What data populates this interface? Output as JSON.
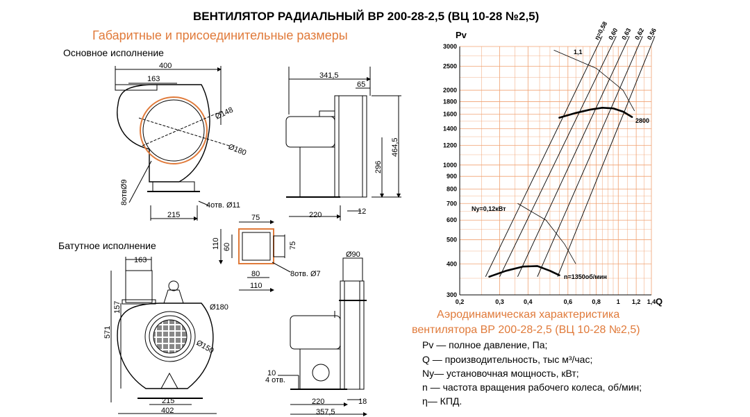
{
  "title": "ВЕНТИЛЯТОР РАДИАЛЬНЫЙ ВР 200-28-2,5 (ВЦ 10-28 №2,5)",
  "subtitle": "Габаритные и присоединительные размеры",
  "base_label": "Основное исполнение",
  "trampoline_label": "Батутное исполнение",
  "dims_base_front": {
    "d400": "400",
    "d163": "163",
    "d148": "Ø148",
    "d180": "Ø180",
    "holes9": "8отвØ9",
    "d215": "215",
    "holes11": "4отв. Ø11"
  },
  "dims_base_side": {
    "d341": "341,5",
    "d65": "65",
    "d464": "464,5",
    "d296": "296",
    "d220": "220",
    "d12": "12"
  },
  "dims_flange": {
    "d75top": "75",
    "d110": "110",
    "d60": "60",
    "d75right": "75",
    "d80": "80",
    "d110b": "110",
    "holes7": "8отв. Ø7"
  },
  "dims_tramp_front": {
    "d163": "163",
    "d157": "157",
    "d571": "571",
    "d180": "Ø180",
    "d150": "Ø150",
    "d215": "215",
    "d402": "402"
  },
  "dims_tramp_side": {
    "d90": "Ø90",
    "d10": "10",
    "holes4": "4 отв.",
    "d220": "220",
    "d18": "18",
    "d357": "357,5"
  },
  "chart_data": {
    "type": "line",
    "xlabel": "Q",
    "ylabel": "Pv",
    "x_ticks": [
      "0,2",
      "0,3",
      "0,4",
      "0,6",
      "0,8",
      "1",
      "1,2",
      "1,4"
    ],
    "y_ticks": [
      "3000",
      "2500",
      "2000",
      "1800",
      "1600",
      "1400",
      "1200",
      "1000",
      "900",
      "800",
      "700",
      "600",
      "500",
      "400",
      "300"
    ],
    "efficiency_labels": [
      "η=0,58",
      "0,60",
      "0,63",
      "0,62",
      "0,56"
    ],
    "annotations": [
      "1,1",
      "2800",
      "Ny=0,12кВт",
      "n=1350об/мин"
    ],
    "series": [
      {
        "name": "2800",
        "x": [
          0.55,
          0.65,
          0.75,
          0.85,
          0.95,
          1.05,
          1.15
        ],
        "y": [
          1550,
          1620,
          1670,
          1700,
          1690,
          1640,
          1560
        ]
      },
      {
        "name": "n=1350об/мин",
        "x": [
          0.27,
          0.32,
          0.38,
          0.44,
          0.5,
          0.55
        ],
        "y": [
          355,
          375,
          390,
          392,
          375,
          360
        ]
      }
    ]
  },
  "aero_title_1": "Аэродинамическая характеристика",
  "aero_title_2": "вентилятора  ВР 200-28-2,5 (ВЦ 10-28 №2,5)",
  "legend": {
    "pv": "Pv — полное давление, Па;",
    "q": "Q  — производительность, тыс м³/час;",
    "ny": "Ny— установочная мощность, кВт;",
    "n": "n — частота вращения рабочего колеса,  об/мин;",
    "eta": "η— КПД."
  },
  "colors": {
    "accent": "#e07a3a",
    "grid": "#f0a070"
  }
}
